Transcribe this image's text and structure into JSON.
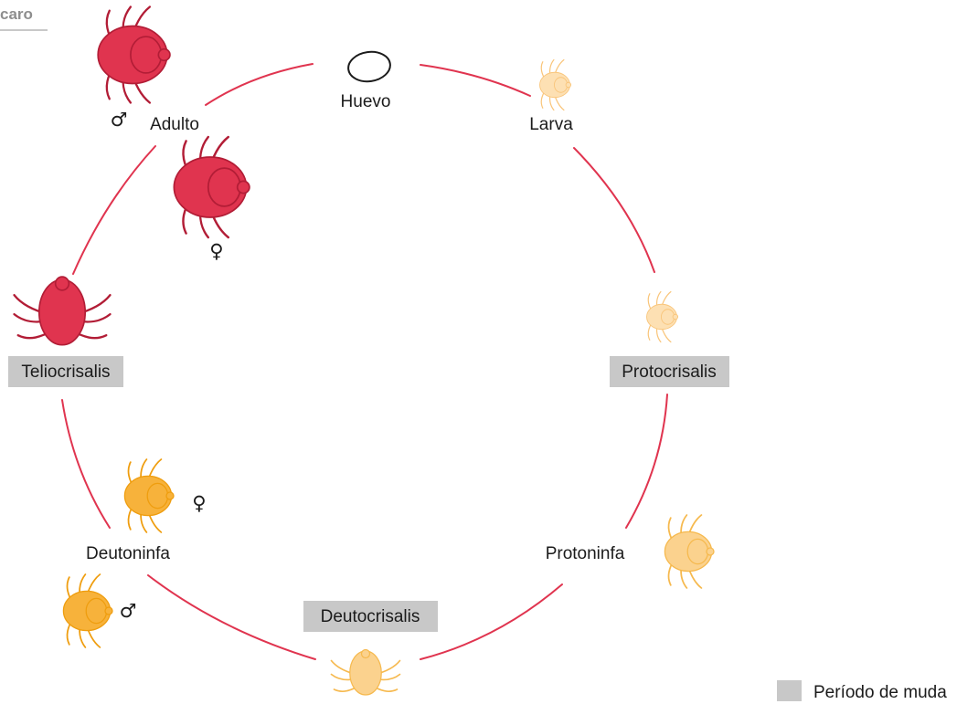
{
  "header": {
    "text": "caro"
  },
  "stages": {
    "egg": "Huevo",
    "larva": "Larva",
    "protocrysalis": "Protocrisalis",
    "protonymph": "Protoninfa",
    "deutocrysalis": "Deutocrisalis",
    "deutonymph": "Deutoninfa",
    "teliocrysalis": "Teliocrisalis",
    "adult": "Adulto"
  },
  "symbols": {
    "male": "♂",
    "female": "♀"
  },
  "legend": {
    "molt_label": "Período de muda",
    "molt_color": "#c8c8c8"
  },
  "colors": {
    "cycle_line": "#e0344f",
    "adult": "#e0344f",
    "adult_stroke": "#b21d36",
    "deutonymph": "#f7b23b",
    "deutonymph_stroke": "#ef9d0e",
    "protonymph": "#fbd28e",
    "protonymph_stroke": "#f6b94e",
    "larva": "#fde0b3",
    "larva_stroke": "#f9c57a",
    "molt_box": "#c8c8c8"
  },
  "icons": [
    "egg-icon",
    "larva-mite-icon",
    "protocrysalis-mite-icon",
    "protonymph-mite-icon",
    "deutocrysalis-mite-icon",
    "deutonymph-female-mite-icon",
    "deutonymph-male-mite-icon",
    "teliocrysalis-mite-icon",
    "adult-male-mite-icon",
    "adult-female-mite-icon"
  ]
}
